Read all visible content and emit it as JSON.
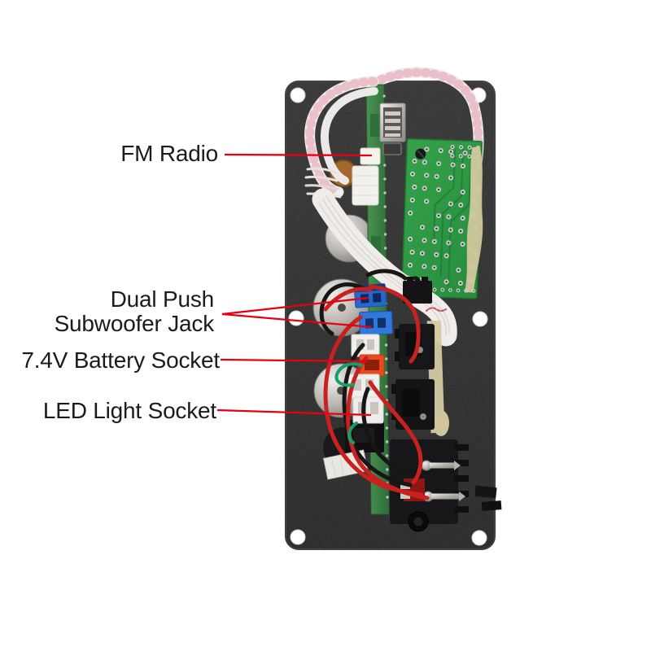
{
  "page": {
    "background": "#ffffff",
    "kind": "annotated product photo"
  },
  "callouts": {
    "fm_radio": {
      "text": "FM Radio",
      "points_to": "fm-radio-module-connector"
    },
    "subwoofer": {
      "line1": "Dual Push",
      "line2": "Subwoofer Jack",
      "points_to": "blue-subwoofer-jacks"
    },
    "battery": {
      "text": "7.4V Battery Socket",
      "points_to": "orange-battery-socket"
    },
    "led": {
      "text": "LED Light Socket",
      "points_to": "white-led-socket"
    }
  },
  "colors": {
    "leader_red": "#e60012",
    "label_text": "#1b1b1b",
    "panel_black": "#282828",
    "pcb_green": "#2f9c44",
    "jack_blue": "#2e78de",
    "socket_orange": "#e74a1d",
    "wire_red": "#c92020",
    "wire_black": "#161616",
    "ribbon_white": "#f0eeec"
  },
  "components": [
    "mounting-panel",
    "screw-holes-x6",
    "usb-port",
    "fm-radio-module-pcb",
    "main-pcb-solder-side",
    "ribbon-cable",
    "potentiometers-x3",
    "subwoofer-jack-blue-x2",
    "battery-socket-orange",
    "led-socket-white",
    "toggle-switch-blocks",
    "speaker-terminal-pins",
    "dc-barrel-jack",
    "red-black-wiring"
  ]
}
